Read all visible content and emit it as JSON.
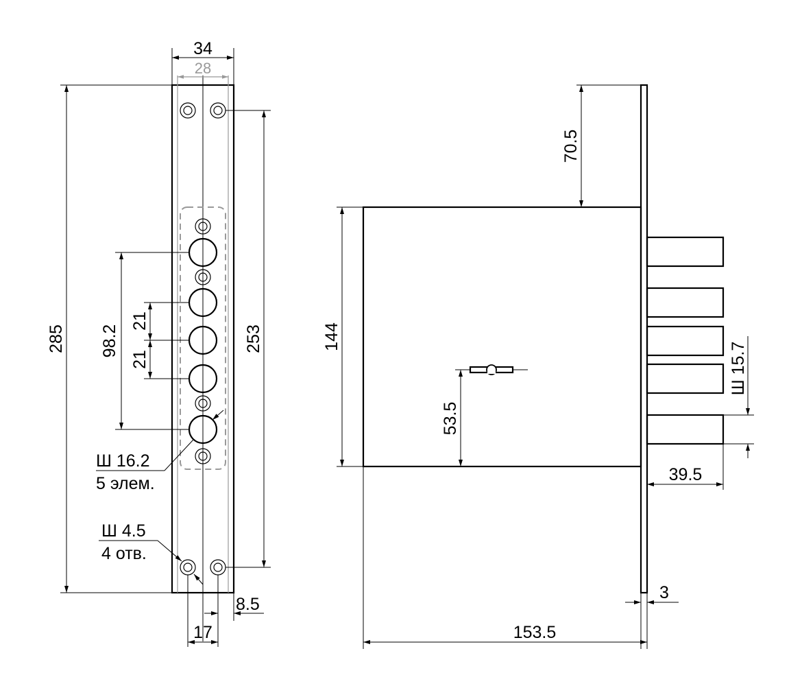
{
  "front_view": {
    "width_outer": "34",
    "width_inner": "28",
    "height_total": "285",
    "hole_spacing": "253",
    "cylinder_span": "98.2",
    "pitch_upper": "21",
    "pitch_lower": "21",
    "element_diameter": "Ш 16.2",
    "element_count": "5 элем.",
    "hole_diameter": "Ш 4.5",
    "hole_count": "4 отв.",
    "bottom_center": "17",
    "bottom_offset": "8.5"
  },
  "side_view": {
    "top_offset": "70.5",
    "case_height": "144",
    "keyhole_height": "53.5",
    "bolt_diameter": "Ш 15.7",
    "bolt_protrusion": "39.5",
    "plate_thickness": "3",
    "total_depth": "153.5"
  },
  "colors": {
    "line": "#000000",
    "secondary": "#999999"
  }
}
